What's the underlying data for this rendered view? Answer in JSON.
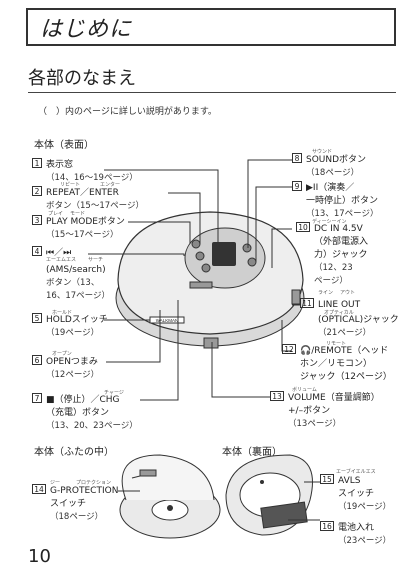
{
  "header": {
    "title": "はじめに"
  },
  "section": {
    "title": "各部のなまえ"
  },
  "note": "（　）内のページに詳しい説明があります。",
  "subsections": {
    "front": "本体（表面）",
    "inside": "本体（ふたの中）",
    "back": "本体（裏面）"
  },
  "items": [
    {
      "num": "1",
      "lines": [
        "表示窓",
        "（14、16〜19ページ）"
      ]
    },
    {
      "num": "2",
      "lines": [
        "REPEAT／ENTER",
        "ボタン（15〜17ページ）"
      ],
      "ruby": [
        "リピート",
        "エンター"
      ]
    },
    {
      "num": "3",
      "lines": [
        "PLAY MODEボタン",
        "（15〜17ページ）"
      ],
      "ruby": [
        "プレイ",
        "モード"
      ]
    },
    {
      "num": "4",
      "lines": [
        "⏮／⏭",
        "(AMS/search)",
        "ボタン（13、",
        "16、17ページ）"
      ],
      "ruby": [
        "エーエムエス",
        "サーチ"
      ]
    },
    {
      "num": "5",
      "lines": [
        "HOLDスイッチ",
        "（19ページ）"
      ],
      "ruby": [
        "ホールド"
      ]
    },
    {
      "num": "6",
      "lines": [
        "OPENつまみ",
        "（12ページ）"
      ],
      "ruby": [
        "オープン"
      ]
    },
    {
      "num": "7",
      "lines": [
        "■（停止）／CHG",
        "（充電）ボタン",
        "（13、20、23ページ）"
      ],
      "ruby": [
        "チャージ"
      ]
    },
    {
      "num": "8",
      "lines": [
        "SOUNDボタン",
        "（18ページ）"
      ],
      "ruby": [
        "サウンド"
      ]
    },
    {
      "num": "9",
      "lines": [
        "▶II（演奏／",
        "一時停止）ボタン",
        "（13、17ページ）"
      ]
    },
    {
      "num": "10",
      "lines": [
        "DC IN 4.5V",
        "（外部電源入",
        "力）ジャック",
        "（12、23",
        "ページ）"
      ],
      "ruby": [
        "ディーシーイン"
      ]
    },
    {
      "num": "11",
      "lines": [
        "LINE OUT",
        "(OPTICAL)ジャック",
        "（21ページ）"
      ],
      "ruby": [
        "ライン",
        "アウト",
        "オプティカル"
      ]
    },
    {
      "num": "12",
      "lines": [
        "🎧/REMOTE（ヘッド",
        "ホン／リモコン）",
        "ジャック（12ページ）"
      ],
      "ruby": [
        "リモート"
      ]
    },
    {
      "num": "13",
      "lines": [
        "VOLUME（音量調節）",
        "+/–ボタン",
        "（13ページ）"
      ],
      "ruby": [
        "ボリューム"
      ]
    },
    {
      "num": "14",
      "lines": [
        "G-PROTECTION",
        "スイッチ",
        "（18ページ）"
      ],
      "ruby": [
        "ジー",
        "プロテクション"
      ]
    },
    {
      "num": "15",
      "lines": [
        "AVLS",
        "スイッチ",
        "（19ページ）"
      ],
      "ruby": [
        "エーブイエルエス"
      ]
    },
    {
      "num": "16",
      "lines": [
        "電池入れ",
        "（23ページ）"
      ]
    }
  ],
  "device_labels": {
    "brand": "WALKMAN"
  },
  "page_number": "10"
}
